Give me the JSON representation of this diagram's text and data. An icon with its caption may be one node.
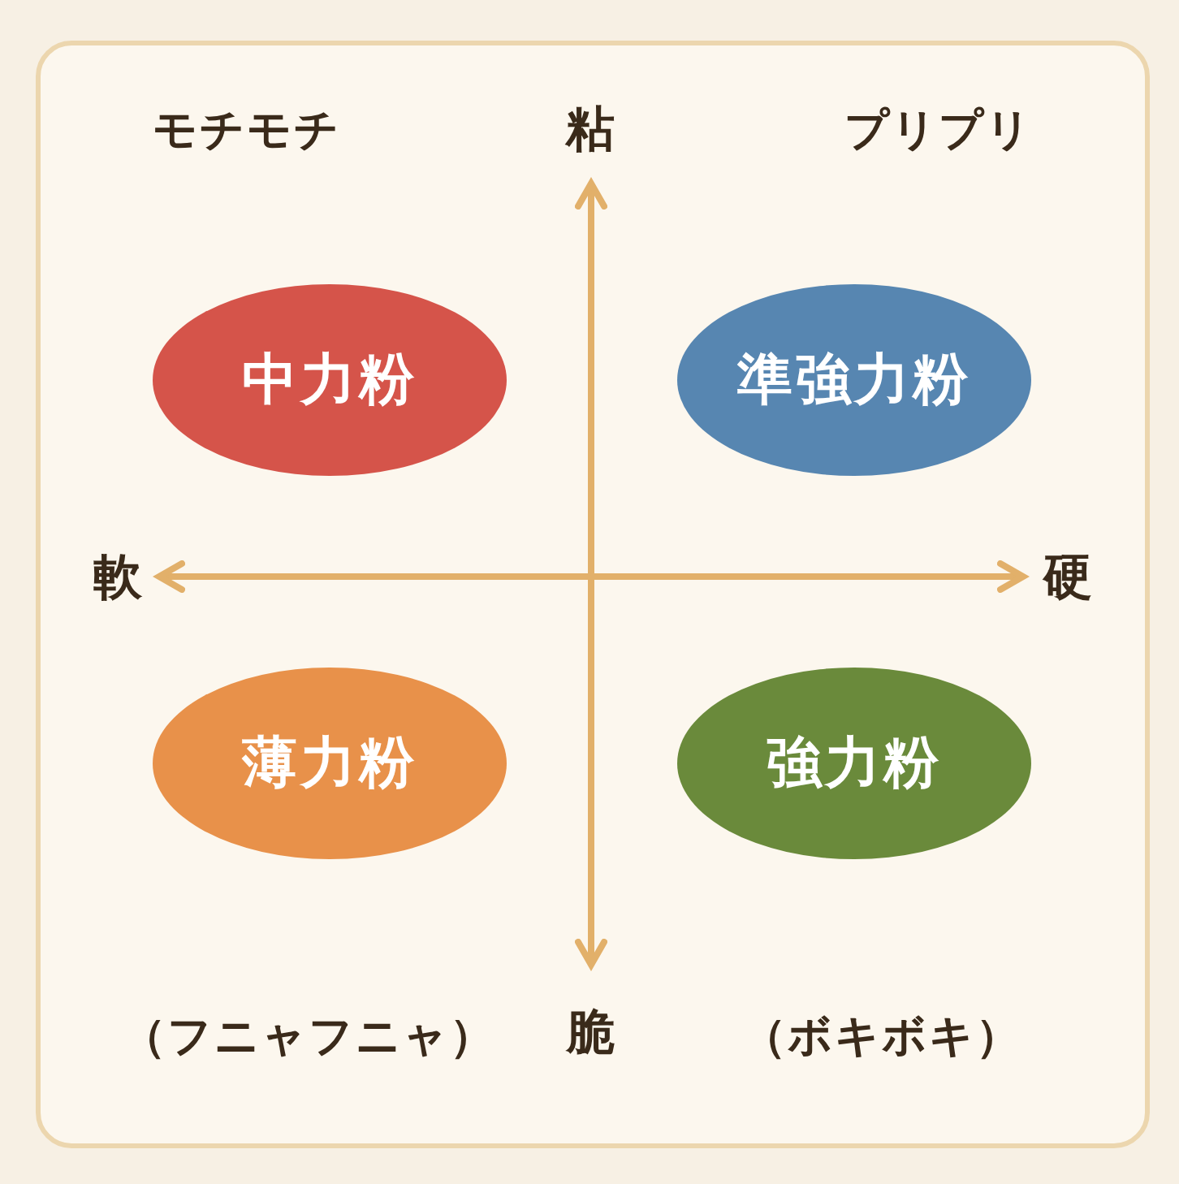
{
  "diagram": {
    "nodes": [
      {
        "text": [
          "中力粉"
        ]
      },
      {
        "text": [
          "準強力粉"
        ]
      },
      {
        "text": [
          "薄力粉"
        ]
      },
      {
        "text": [
          "強力粉"
        ]
      }
    ],
    "labels": [
      "モチモチ",
      "粘",
      "プリプリ",
      "軟",
      "硬",
      "（フニャフニャ）",
      "脆",
      "（ボキボキ）"
    ]
  }
}
